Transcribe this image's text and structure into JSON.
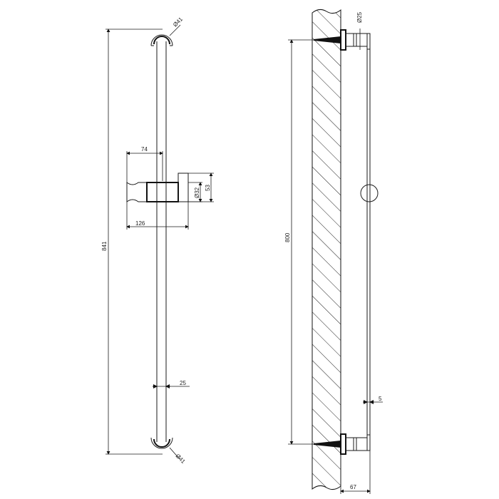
{
  "drawing": {
    "type": "technical-drawing",
    "subject": "shower slide rail with sliding handshower holder",
    "views": [
      {
        "name": "front-view",
        "dimensions": {
          "overall_height": "841",
          "top_bracket_diameter": "Ø41",
          "bottom_bracket_diameter": "Ø41",
          "holder_offset": "74",
          "holder_width": "126",
          "holder_height": "53",
          "holder_hole_diameter": "Ø32",
          "rail_diameter": "25"
        }
      },
      {
        "name": "side-view",
        "dimensions": {
          "fixing_centers": "800",
          "bracket_diameter": "Ø25",
          "rail_offset": "5",
          "wall_projection": "67"
        }
      }
    ]
  }
}
